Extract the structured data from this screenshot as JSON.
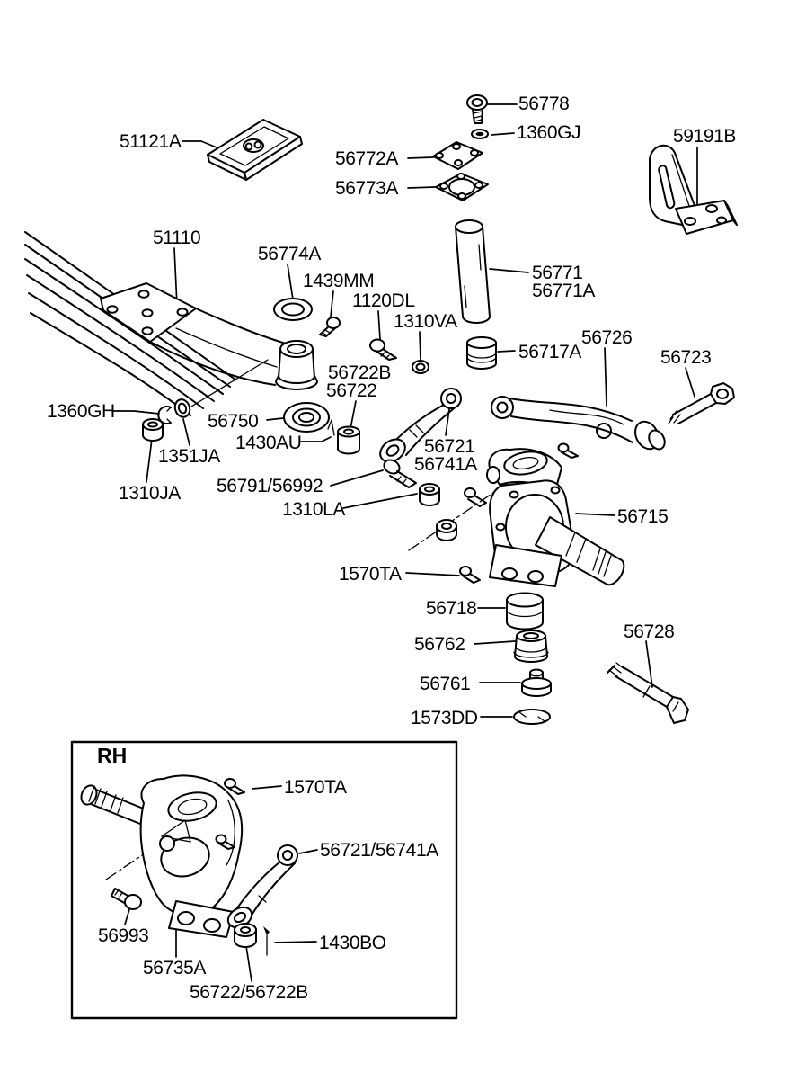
{
  "colors": {
    "ink": "#000000",
    "paper": "#ffffff"
  },
  "inset": {
    "corner_label": "RH"
  },
  "labels": [
    {
      "part": "56778"
    },
    {
      "part": "1360GJ"
    },
    {
      "part": "51121A"
    },
    {
      "part": "56772A"
    },
    {
      "part": "56773A"
    },
    {
      "part": "59191B"
    },
    {
      "part": "51110"
    },
    {
      "part": "56774A"
    },
    {
      "part": "1439MM"
    },
    {
      "part": "1120DL"
    },
    {
      "part": "1310VA"
    },
    {
      "part": "56771"
    },
    {
      "part": "56771A"
    },
    {
      "part": "56717A"
    },
    {
      "part": "56726"
    },
    {
      "part": "56723"
    },
    {
      "part": "56722B"
    },
    {
      "part": "56722"
    },
    {
      "part": "1360GH"
    },
    {
      "part": "56750"
    },
    {
      "part": "1430AU"
    },
    {
      "part": "1351JA"
    },
    {
      "part": "56721"
    },
    {
      "part": "56741A"
    },
    {
      "part": "1310JA"
    },
    {
      "part": "56791/56992"
    },
    {
      "part": "1310LA"
    },
    {
      "part": "56715"
    },
    {
      "part": "1570TA"
    },
    {
      "part": "56718"
    },
    {
      "part": "56762"
    },
    {
      "part": "56761"
    },
    {
      "part": "1573DD"
    },
    {
      "part": "56728"
    },
    {
      "part": "1570TA"
    },
    {
      "part": "56721/56741A"
    },
    {
      "part": "56993"
    },
    {
      "part": "56735A"
    },
    {
      "part": "1430BO"
    },
    {
      "part": "56722/56722B"
    }
  ]
}
